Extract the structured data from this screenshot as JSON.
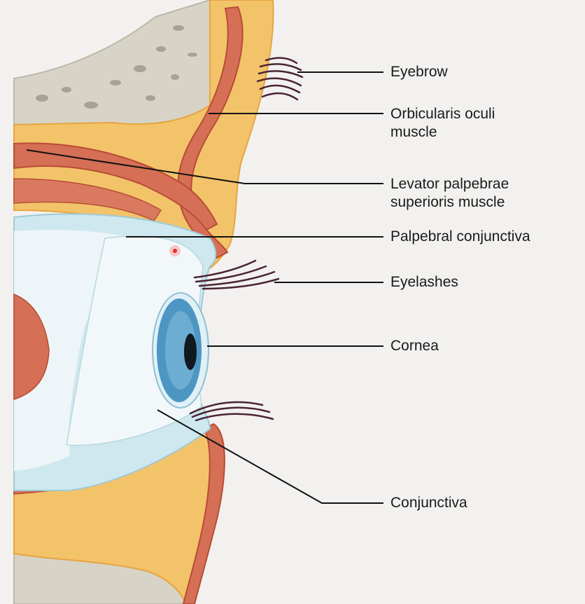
{
  "labels": {
    "eyebrow": "Eyebrow",
    "orbicularis": [
      "Orbicularis oculi",
      "muscle"
    ],
    "levator": [
      "Levator palpebrae",
      "superioris muscle"
    ],
    "palpebral_conjunctiva": "Palpebral conjunctiva",
    "eyelashes": "Eyelashes",
    "cornea": "Cornea",
    "conjunctiva": "Conjunctiva"
  },
  "colors": {
    "background": "#f2f1ef",
    "bone": "#d7d3c7",
    "fat": "#f3c36a",
    "fat_edge": "#e7a53f",
    "muscle": "#d56f55",
    "muscle_dark": "#b84c36",
    "conjunctiva": "#cfe8ef",
    "sclera": "#edf5f8",
    "iris": "#4d96c4",
    "lash": "#4a2436",
    "leader": "#111111"
  }
}
